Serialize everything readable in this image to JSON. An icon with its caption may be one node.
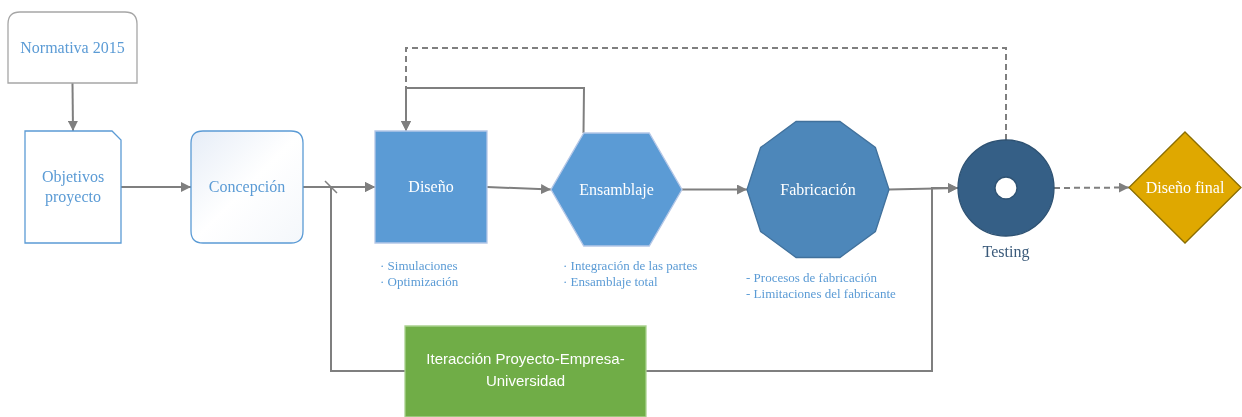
{
  "diagram": {
    "nodes": [
      {
        "text": [
          "Normativa 2015"
        ]
      },
      {
        "text": [
          "Objetivos proyecto"
        ]
      },
      {
        "text": [
          "Concepción"
        ]
      },
      {
        "text": [
          "Diseño"
        ],
        "beside": [
          "· Simulaciones",
          "· Optimización"
        ]
      },
      {
        "text": [
          "Ensamblaje"
        ],
        "beside": [
          "· Integración de las partes",
          "· Ensamblaje total"
        ]
      },
      {
        "text": [
          "Fabricación"
        ],
        "beside": [
          "- Procesos de fabricación",
          "- Limitaciones del fabricante"
        ]
      },
      {
        "text": [
          "Testing"
        ]
      },
      {
        "text": [
          "Diseño final"
        ]
      },
      {
        "text": [
          "Iteracción Proyecto-Empresa-Universidad"
        ]
      }
    ],
    "edges": [
      {
        "from": 0,
        "to": 1,
        "arrow": "to"
      },
      {
        "from": 1,
        "to": 2,
        "arrow": "to"
      },
      {
        "from": 2,
        "to": 3,
        "arrow": "to"
      },
      {
        "from": 3,
        "to": 4,
        "arrow": "to"
      },
      {
        "from": 4,
        "to": 5,
        "arrow": "to"
      },
      {
        "from": 5,
        "to": 6,
        "arrow": "to"
      },
      {
        "from": 6,
        "to": 7,
        "arrow": "to",
        "style": "dashed"
      },
      {
        "from": 4,
        "to": 3,
        "arrow": "to"
      },
      {
        "from": 6,
        "to": 3,
        "arrow": "to",
        "style": "dashed"
      },
      {
        "from": 8,
        "to": 3,
        "arrow": "to"
      },
      {
        "from": 8,
        "to": 6,
        "arrow": "to"
      }
    ]
  }
}
